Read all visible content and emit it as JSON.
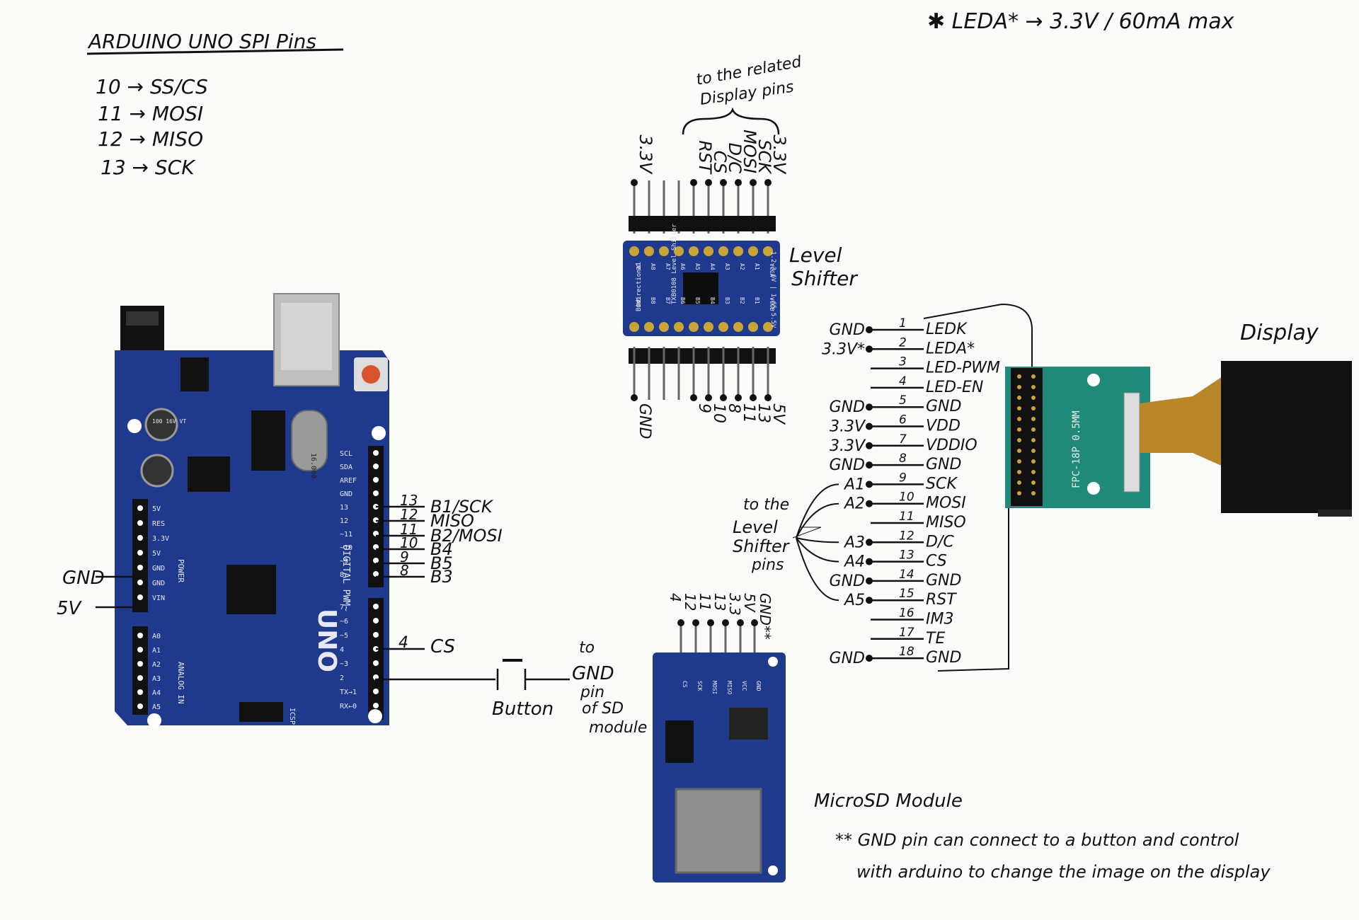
{
  "pinout": {
    "title": "ARDUINO UNO SPI Pins",
    "rows": [
      "10 → SS/CS",
      "11 → MOSI",
      "12 → MISO",
      "13 → SCK"
    ]
  },
  "leda_note": "✱ LEDA* → 3.3V / 60mA max",
  "level_shifter": {
    "label": "Level Shifter",
    "related_note": "to the related Display pins",
    "top_pins": [
      "3.3V",
      "RST",
      "CS",
      "D/C",
      "MOSI",
      "SCK",
      "3.3V"
    ],
    "top_silk": [
      "OE",
      "A8",
      "A7",
      "A6",
      "A5",
      "A4",
      "A3",
      "A2",
      "A1",
      "VCCA"
    ],
    "bottom_silk": [
      "GND",
      "B8",
      "B7",
      "B6",
      "B5",
      "B4",
      "B3",
      "B2",
      "B1",
      "VCCB"
    ],
    "bottom_pins": [
      "GND",
      "9",
      "10",
      "8",
      "11",
      "13",
      "5V"
    ],
    "chip_text": "TXB0108 Level Shifter",
    "module_text": "Bidirectional",
    "voltage_top": "1.2-3.6V | 1.65-5.5V"
  },
  "arduino": {
    "label": "UNO",
    "power_labels": [
      "5V",
      "RES",
      "3.3V",
      "5V",
      "GND",
      "GND",
      "VIN"
    ],
    "analog_labels": [
      "A0",
      "A1",
      "A2",
      "A3",
      "A4",
      "A5"
    ],
    "power_title": "POWER",
    "analog_title": "ANALOG IN",
    "digital_title": "DIGITAL PWM~",
    "digital_labels": [
      "SCL",
      "SDA",
      "AREF",
      "GND",
      "13",
      "12",
      "~11",
      "~10",
      "~9",
      "8",
      "7",
      "~6",
      "~5",
      "4",
      "~3",
      "2",
      "TX→1",
      "RX←0"
    ],
    "left_wires": [
      "GND",
      "5V"
    ],
    "right_wires": [
      {
        "num": "13",
        "label": "B1/SCK"
      },
      {
        "num": "12",
        "label": "MISO"
      },
      {
        "num": "11",
        "label": "B2/MOSI"
      },
      {
        "num": "10",
        "label": "B4"
      },
      {
        "num": "9",
        "label": "B5"
      },
      {
        "num": "8",
        "label": "B3"
      }
    ],
    "cs_wire": {
      "num": "4",
      "label": "CS"
    },
    "cap_text": "100 16V VT",
    "crystal_text": "16.000",
    "icsp_text": "ICSP",
    "silk_bits": [
      "RX",
      "TX",
      "SCL",
      "SDA",
      "5V",
      "GND",
      "3.3V",
      "5V",
      "GND"
    ]
  },
  "button": {
    "label": "Button",
    "note": "to GND pin of SD module"
  },
  "sd_module": {
    "label": "MicroSD Module",
    "pins": [
      "GND**",
      "5V",
      "3.3",
      "13",
      "11",
      "12",
      "4"
    ],
    "silk": [
      "GND",
      "VCC",
      "MISO",
      "MOSI",
      "SCK",
      "CS"
    ],
    "note_line1": "** GND pin can connect to a button and control",
    "note_line2": "with arduino to change the image on the display"
  },
  "display": {
    "label": "Display",
    "adapter_text": "FPC-18P 0.5MM",
    "pins": [
      {
        "num": "1",
        "name": "LEDK",
        "left": "GND"
      },
      {
        "num": "2",
        "name": "LEDA*",
        "left": "3.3V*"
      },
      {
        "num": "3",
        "name": "LED-PWM",
        "left": ""
      },
      {
        "num": "4",
        "name": "LED-EN",
        "left": ""
      },
      {
        "num": "5",
        "name": "GND",
        "left": "GND"
      },
      {
        "num": "6",
        "name": "VDD",
        "left": "3.3V"
      },
      {
        "num": "7",
        "name": "VDDIO",
        "left": "3.3V"
      },
      {
        "num": "8",
        "name": "GND",
        "left": "GND"
      },
      {
        "num": "9",
        "name": "SCK",
        "left": "A1"
      },
      {
        "num": "10",
        "name": "MOSI",
        "left": "A2"
      },
      {
        "num": "11",
        "name": "MISO",
        "left": ""
      },
      {
        "num": "12",
        "name": "D/C",
        "left": "A3"
      },
      {
        "num": "13",
        "name": "CS",
        "left": "A4"
      },
      {
        "num": "14",
        "name": "GND",
        "left": "GND"
      },
      {
        "num": "15",
        "name": "RST",
        "left": "A5"
      },
      {
        "num": "16",
        "name": "IM3",
        "left": ""
      },
      {
        "num": "17",
        "name": "TE",
        "left": ""
      },
      {
        "num": "18",
        "name": "GND",
        "left": "GND"
      }
    ],
    "shifter_note": "to the Level Shifter pins"
  },
  "colors": {
    "board_blue": "#1f3a8c",
    "board_dark": "#152a6b",
    "pcb_green": "#1f8a7a",
    "ink": "#151515",
    "gold": "#c9a437",
    "flex": "#b9862a"
  }
}
